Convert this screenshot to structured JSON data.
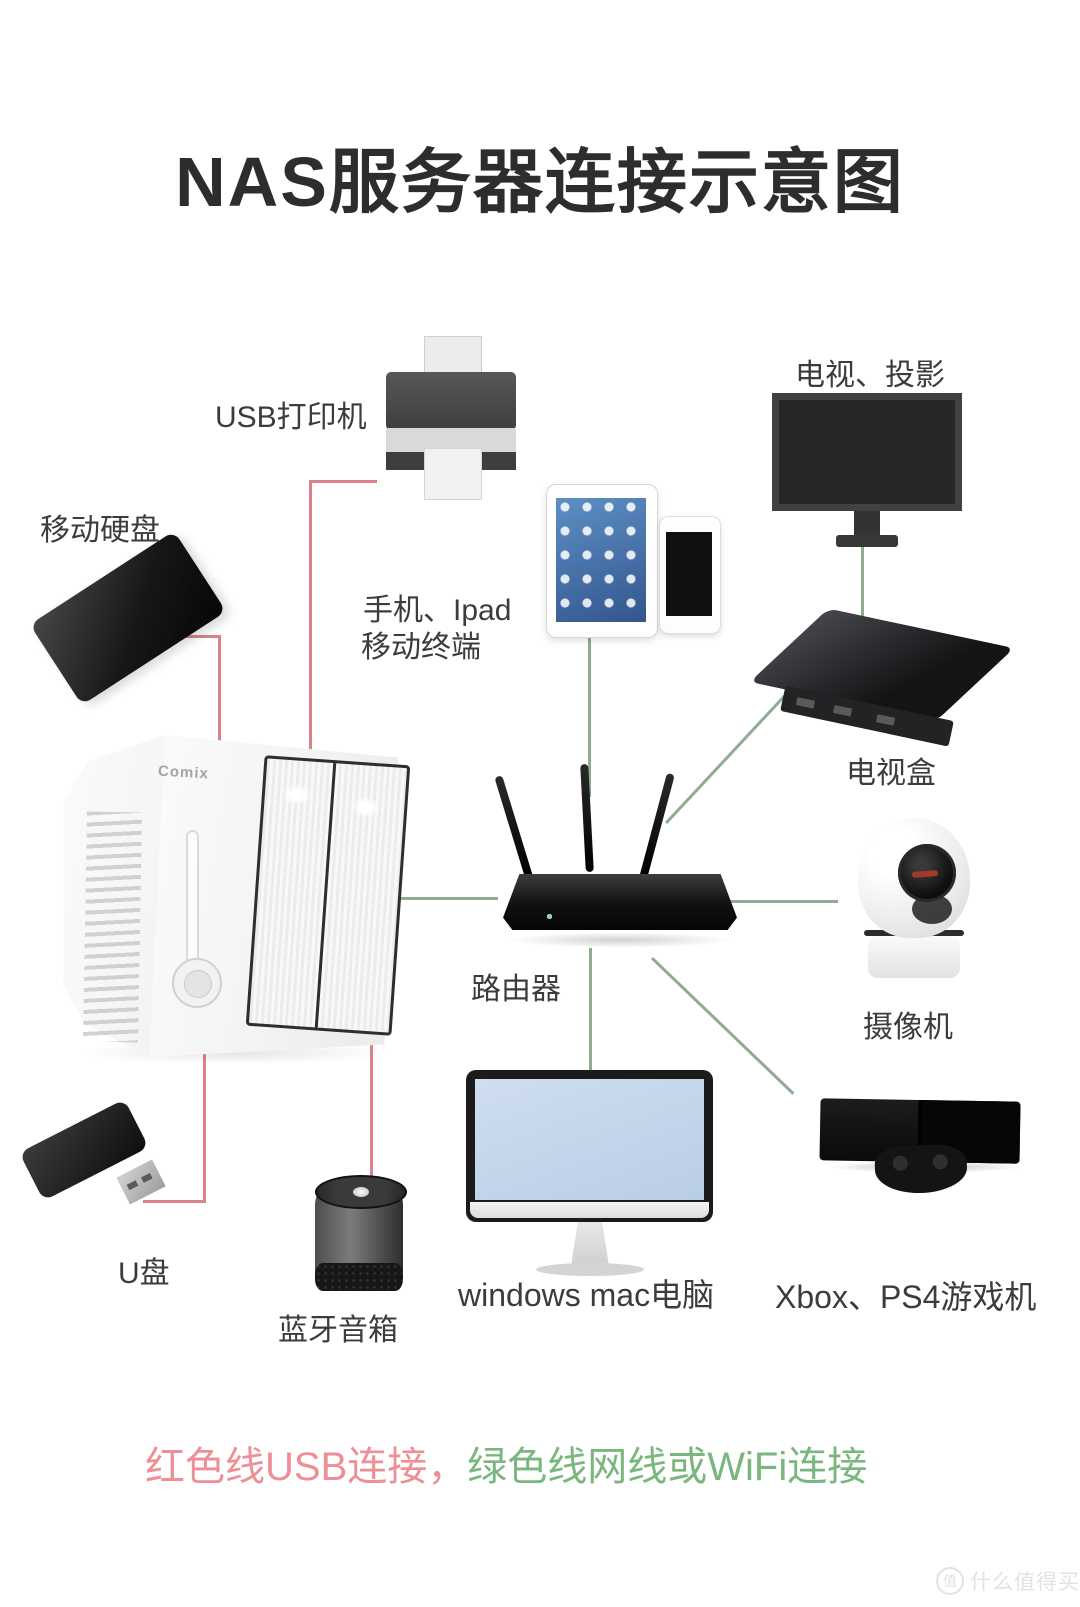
{
  "title": "NAS服务器连接示意图",
  "nodes": {
    "usb_printer": {
      "label": "USB打印机"
    },
    "mobile_hdd": {
      "label": "移动硬盘"
    },
    "mobile_devices": {
      "label_line1": "手机、Ipad",
      "label_line2": "移动终端"
    },
    "tv": {
      "label": "电视、投影"
    },
    "tv_box": {
      "label": "电视盒"
    },
    "nas": {
      "brand": "Comix"
    },
    "router": {
      "label": "路由器"
    },
    "camera": {
      "label": "摄像机"
    },
    "usb_drive": {
      "label": "U盘"
    },
    "bt_speaker": {
      "label": "蓝牙音箱"
    },
    "computer": {
      "label": "windows mac电脑"
    },
    "game_console": {
      "label": "Xbox、PS4游戏机"
    }
  },
  "legend": {
    "usb": "红色线USB连接，",
    "network": "绿色线网线或WiFi连接"
  },
  "colors": {
    "usb_line": "#d9838b",
    "network_line": "#8fac92",
    "legend_usb": "#ee8e95",
    "legend_network": "#79b77e"
  },
  "connections": [
    {
      "from": "usb_printer",
      "to": "nas",
      "type": "usb"
    },
    {
      "from": "mobile_hdd",
      "to": "nas",
      "type": "usb"
    },
    {
      "from": "usb_drive",
      "to": "nas",
      "type": "usb"
    },
    {
      "from": "bt_speaker",
      "to": "nas",
      "type": "usb"
    },
    {
      "from": "nas",
      "to": "router",
      "type": "network"
    },
    {
      "from": "mobile_devices",
      "to": "router",
      "type": "network"
    },
    {
      "from": "router",
      "to": "tv_box",
      "type": "network"
    },
    {
      "from": "tv_box",
      "to": "tv",
      "type": "network"
    },
    {
      "from": "router",
      "to": "camera",
      "type": "network"
    },
    {
      "from": "router",
      "to": "computer",
      "type": "network"
    },
    {
      "from": "router",
      "to": "game_console",
      "type": "network"
    }
  ],
  "watermark": {
    "badge": "值",
    "text": "什么值得买"
  }
}
